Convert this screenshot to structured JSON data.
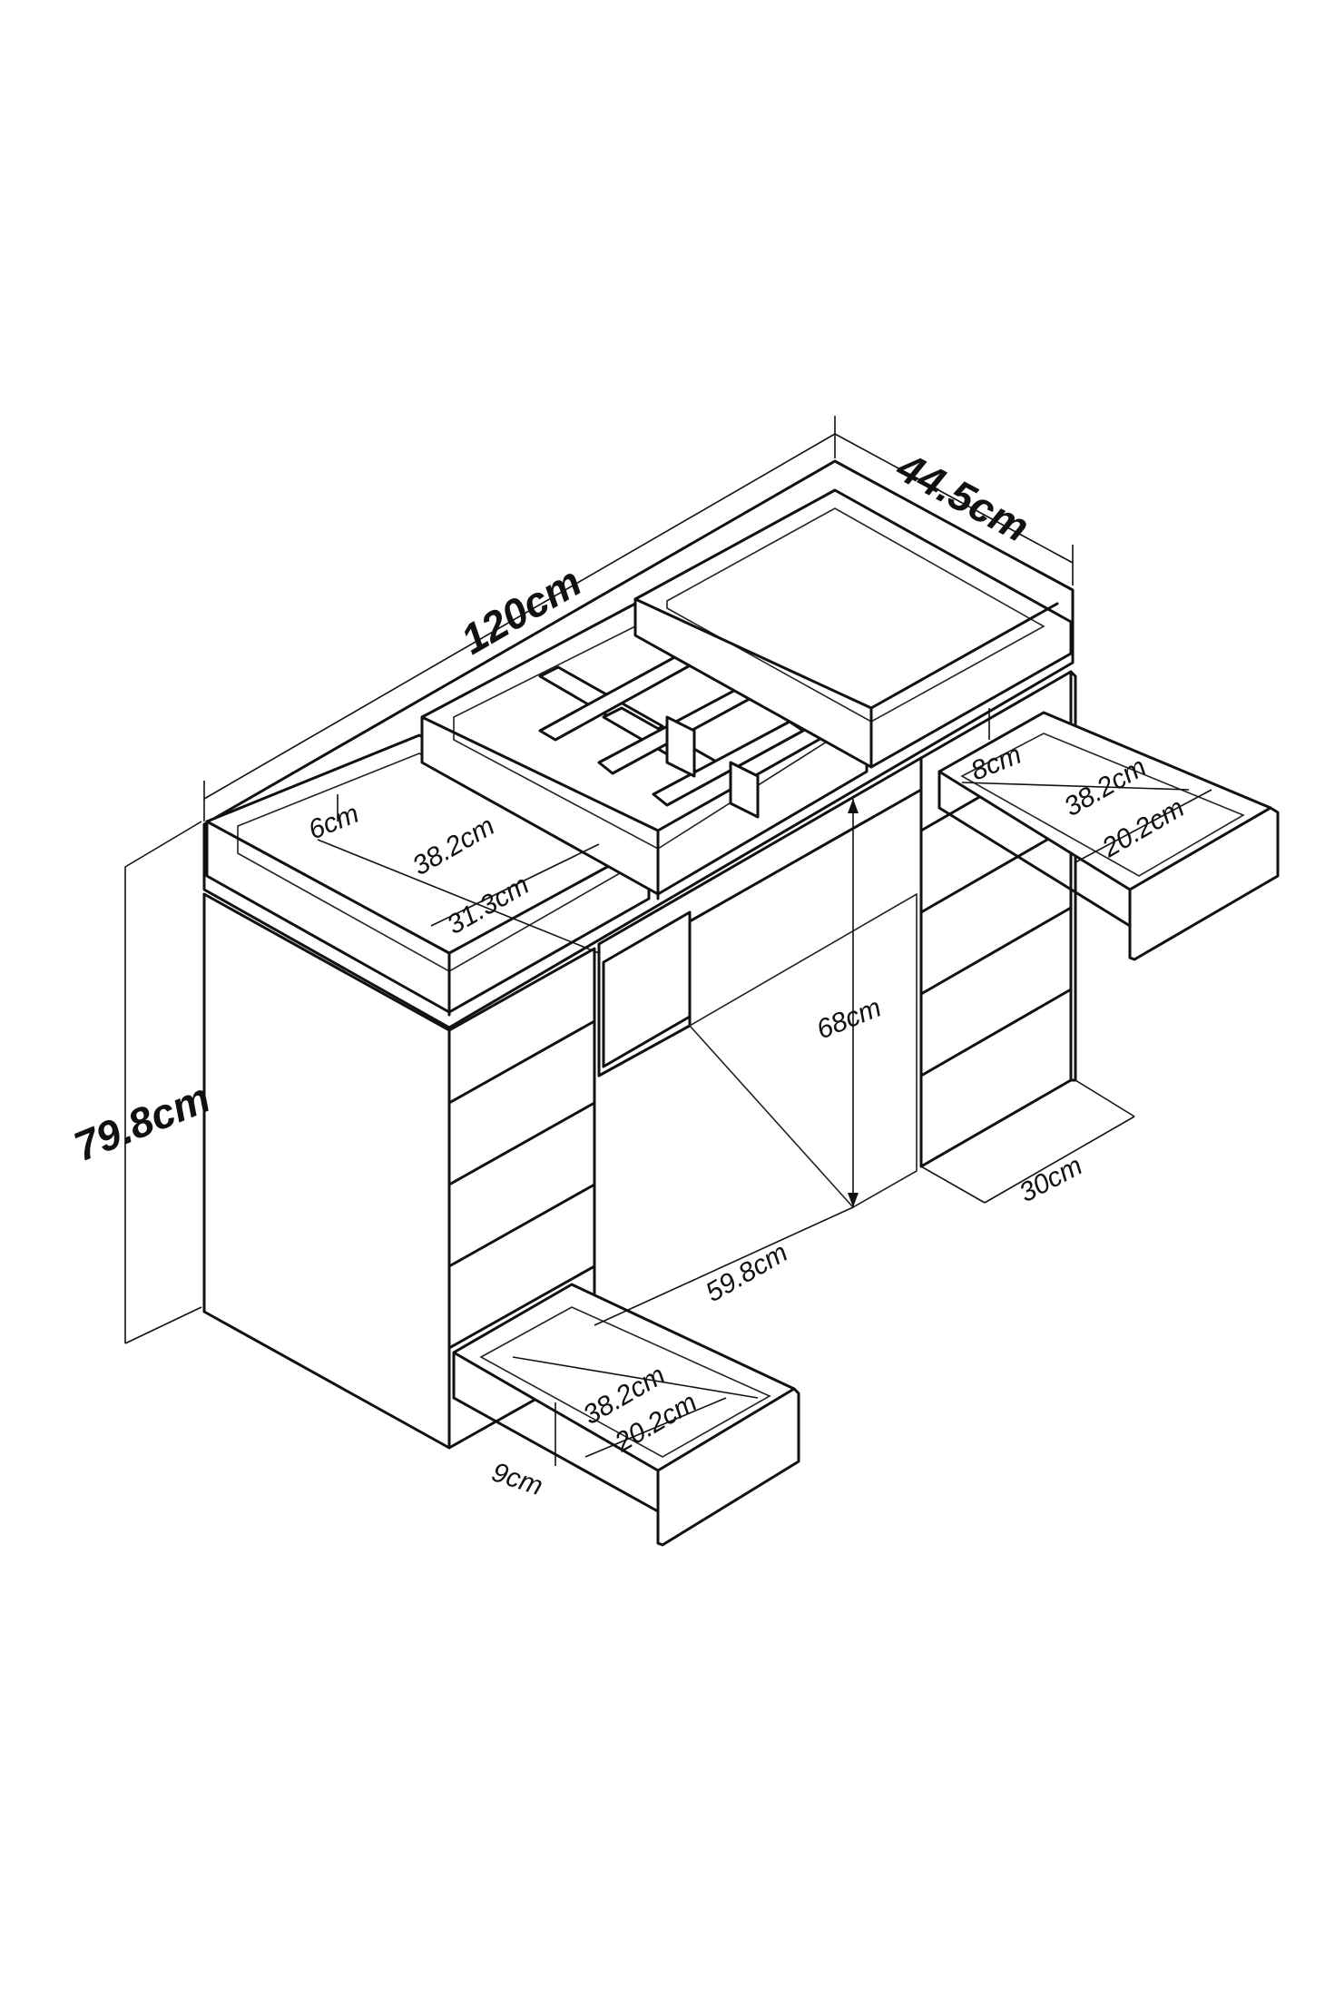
{
  "dimensions": {
    "total_width": "120cm",
    "total_depth": "44.5cm",
    "total_height": "79.8cm",
    "knee_height": "68cm",
    "knee_width": "59.8cm",
    "cabinet_depth": "30cm",
    "top_tray_depth": "6cm",
    "top_tray_width": "38.2cm",
    "top_tray_inner": "31.3cm",
    "right_drawer_height": "8cm",
    "right_drawer_width": "38.2cm",
    "right_drawer_depth": "20.2cm",
    "left_drawer_height": "9cm",
    "left_drawer_width": "38.2cm",
    "left_drawer_depth": "20.2cm"
  }
}
